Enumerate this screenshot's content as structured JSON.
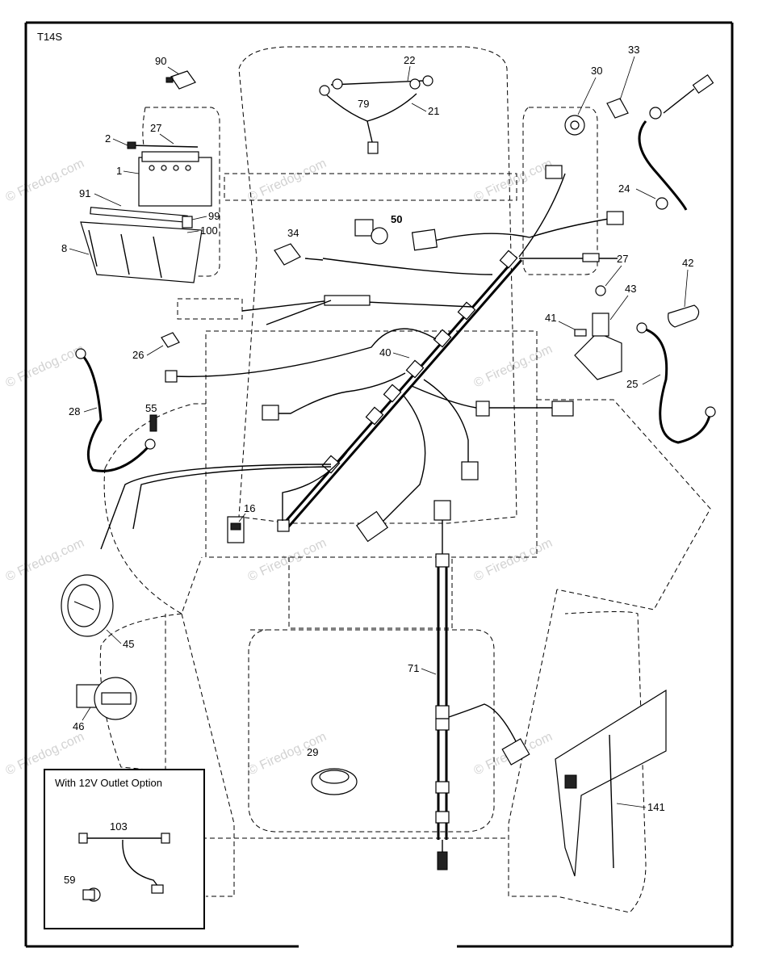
{
  "diagram_code": "T14S",
  "inset_title": "With 12V Outlet Option",
  "watermark": "© Firedog.com",
  "parts": {
    "p1": "1",
    "p2": "2",
    "p8": "8",
    "p16": "16",
    "p21": "21",
    "p22": "22",
    "p24": "24",
    "p25": "25",
    "p26": "26",
    "p27a": "27",
    "p27b": "27",
    "p28": "28",
    "p29": "29",
    "p30": "30",
    "p33": "33",
    "p34": "34",
    "p40": "40",
    "p41": "41",
    "p42": "42",
    "p43": "43",
    "p45": "45",
    "p46": "46",
    "p50": "50",
    "p55": "55",
    "p59": "59",
    "p71": "71",
    "p79": "79",
    "p90": "90",
    "p91": "91",
    "p99": "99",
    "p100": "100",
    "p103": "103",
    "p141": "141"
  }
}
